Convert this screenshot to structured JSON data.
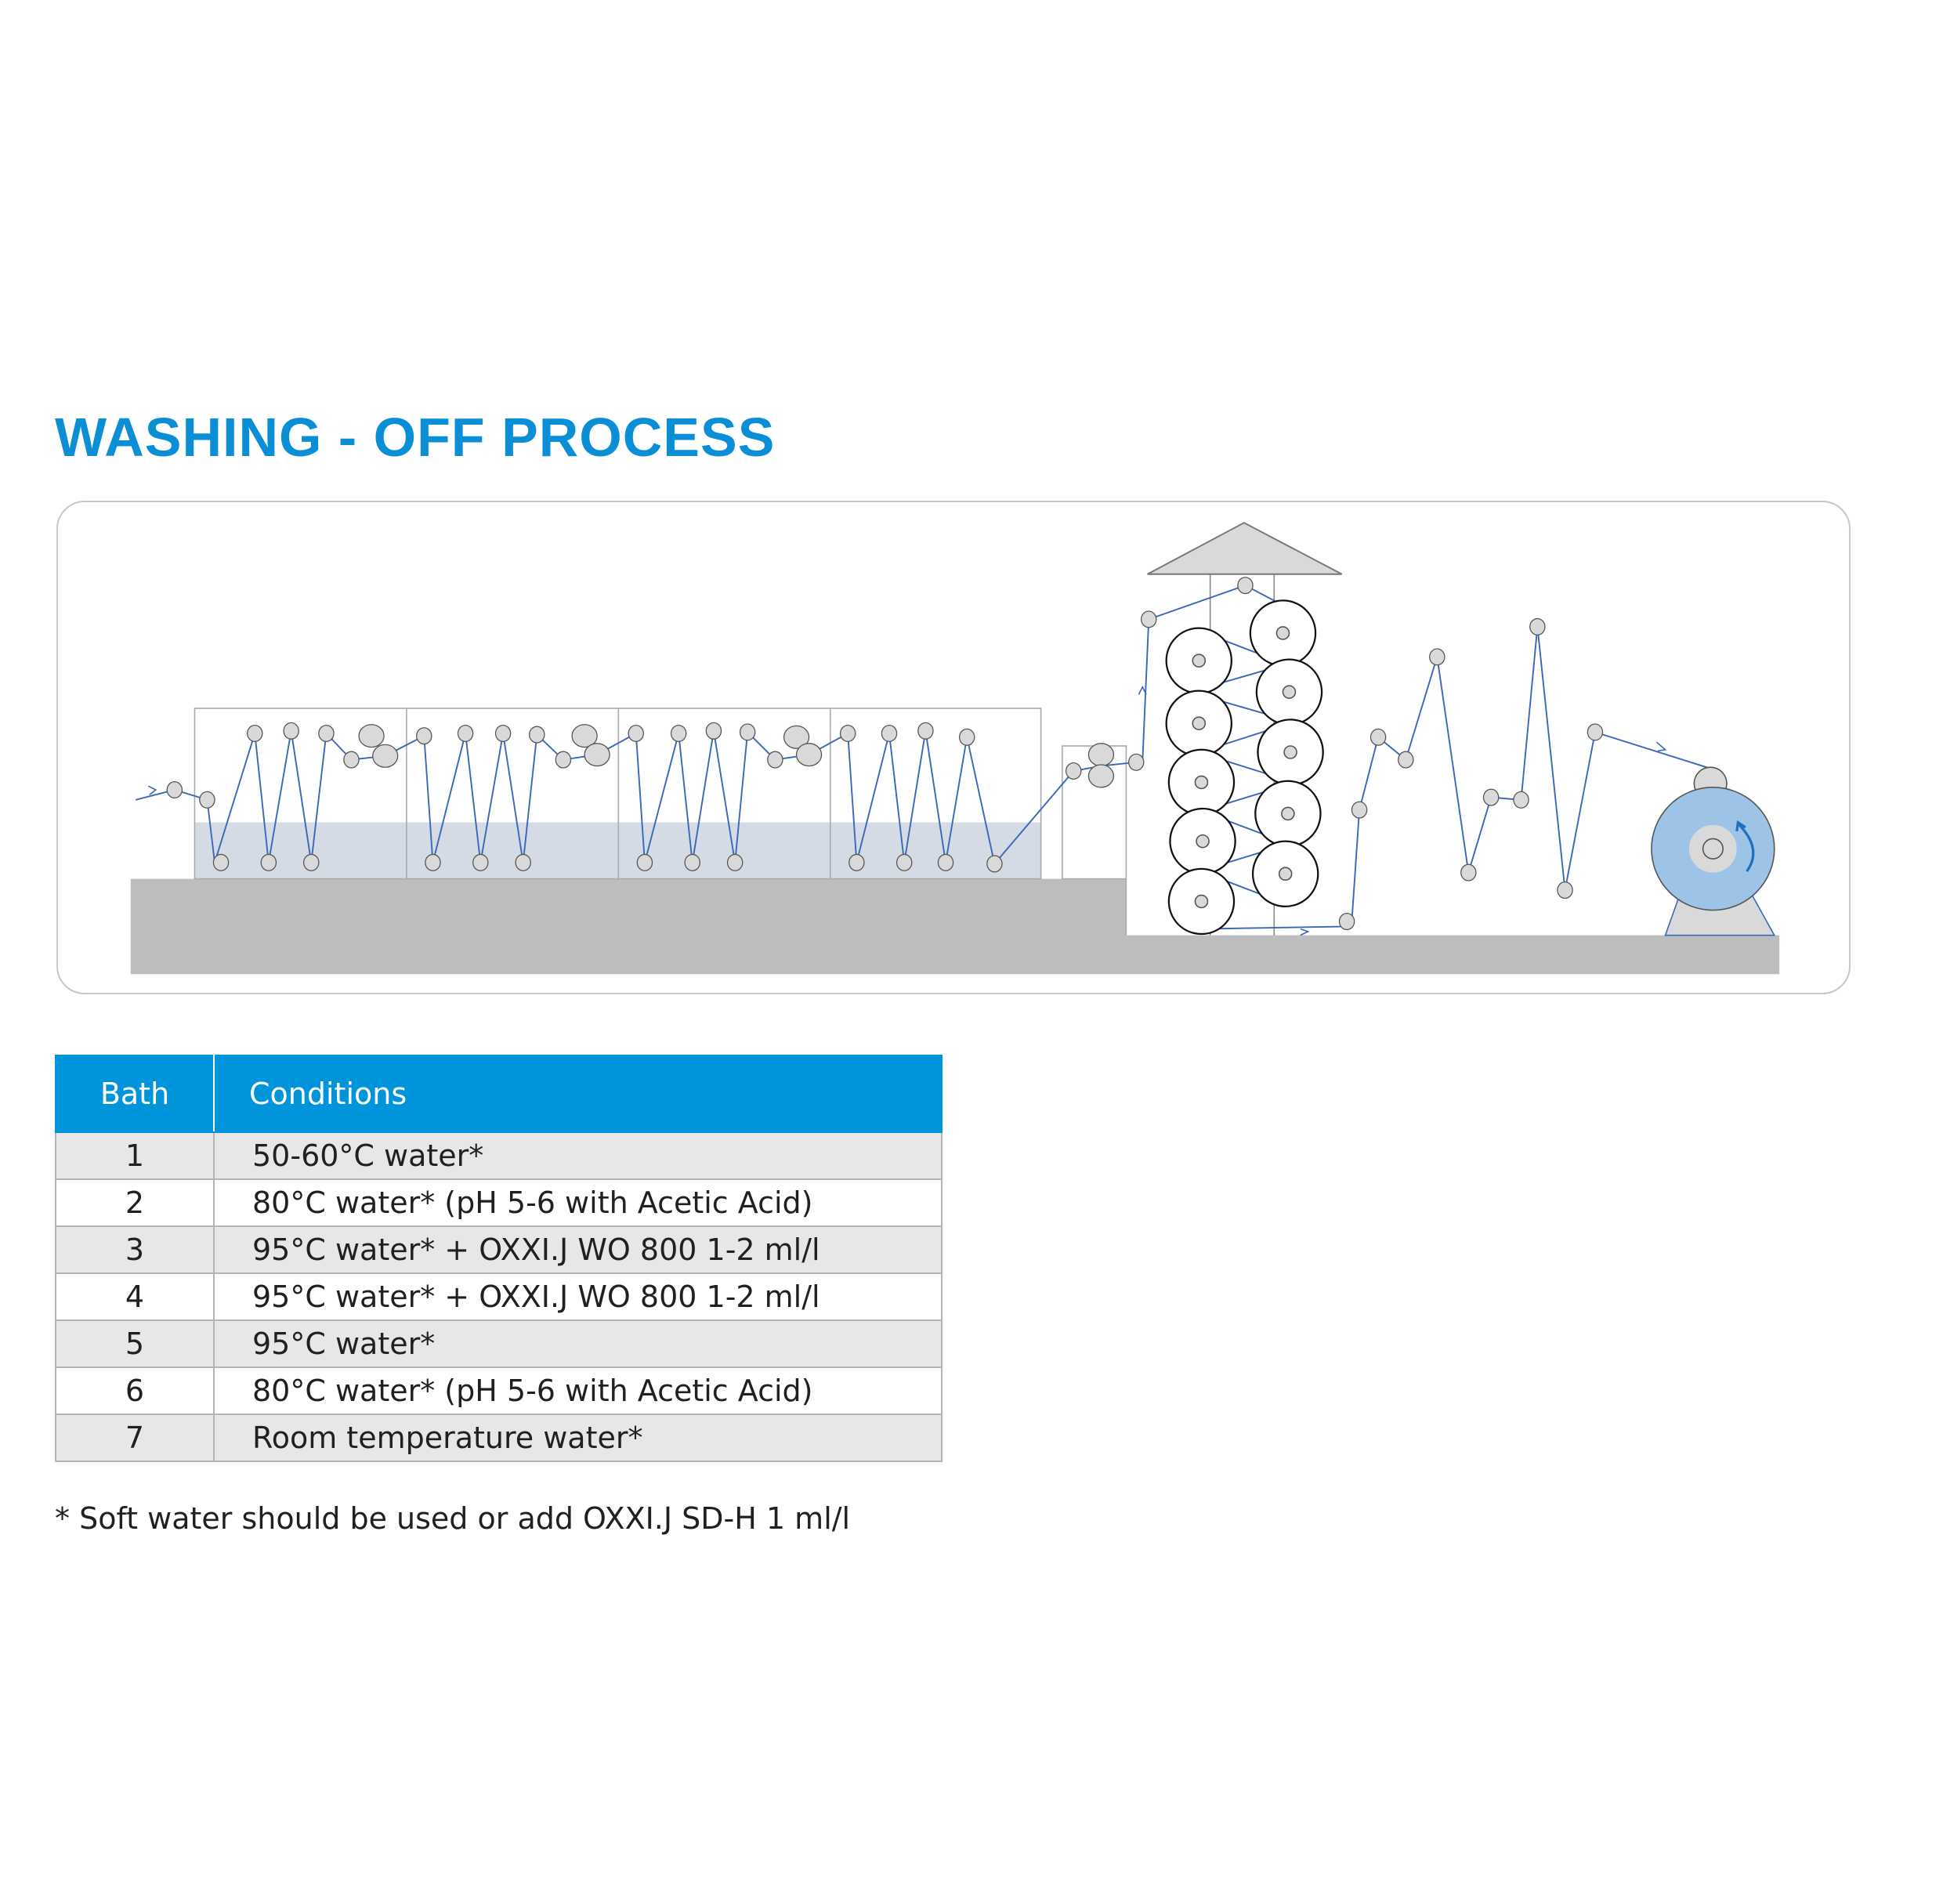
{
  "title": "WASHING - OFF PROCESS",
  "table": {
    "headers": [
      "Bath",
      "Conditions"
    ],
    "rows": [
      {
        "bath": "1",
        "conditions": "50-60°C water*"
      },
      {
        "bath": "2",
        "conditions": "80°C water* (pH 5-6 with Acetic Acid)"
      },
      {
        "bath": "3",
        "conditions": "95°C water* + OXXI.J WO 800 1-2 ml/l"
      },
      {
        "bath": "4",
        "conditions": "95°C water* + OXXI.J WO 800 1-2 ml/l"
      },
      {
        "bath": "5",
        "conditions": "95°C water*"
      },
      {
        "bath": "6",
        "conditions": "80°C water* (pH 5-6 with Acetic Acid)"
      },
      {
        "bath": "7",
        "conditions": "Room temperature water*"
      }
    ]
  },
  "footnote": "* Soft water should be used or add OXXI.J SD-H 1 ml/l",
  "colors": {
    "accent": "#0095da",
    "title": "#0a8fd6",
    "fabric": "#3b68b8",
    "water": "#d4dbe4",
    "base": "#bdbdbd",
    "winder": "#9dc3e6"
  }
}
